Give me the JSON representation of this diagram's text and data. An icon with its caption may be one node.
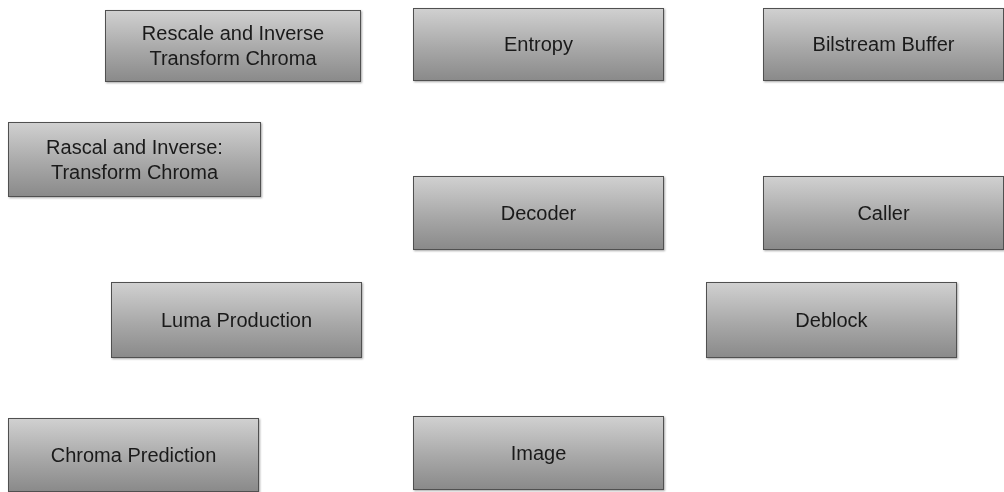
{
  "diagram": {
    "nodes": [
      {
        "text": [
          "Rescale and Inverse Transform Chroma"
        ]
      },
      {
        "text": [
          "Entropy"
        ]
      },
      {
        "text": [
          "Bilstream Buffer"
        ]
      },
      {
        "text": [
          "Rascal and Inverse: Transform Chroma"
        ]
      },
      {
        "text": [
          "Decoder"
        ]
      },
      {
        "text": [
          "Caller"
        ]
      },
      {
        "text": [
          "Luma Production"
        ]
      },
      {
        "text": [
          "Deblock"
        ]
      },
      {
        "text": [
          "Chroma Prediction"
        ]
      },
      {
        "text": [
          "Image"
        ]
      }
    ]
  }
}
